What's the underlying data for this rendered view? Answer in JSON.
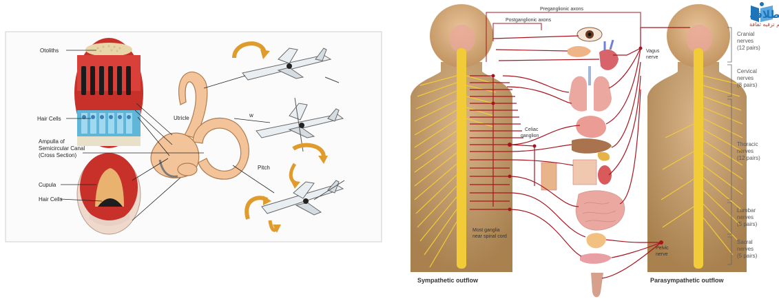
{
  "vestibular": {
    "labels": {
      "otoliths": "Otoliths",
      "hair_cells_top": "Hair Cells",
      "ampulla_line1": "Ampulla of",
      "ampulla_line2": "Semicircular Canal",
      "ampulla_line3": "(Cross Section)",
      "cupula": "Cupula",
      "hair_cells_bottom": "Hair Cells",
      "utricle": "Utricle",
      "yaw": "w",
      "pitch": "Pitch"
    },
    "colors": {
      "panel_bg": "#fbfbfb",
      "ear": "#f3c49a",
      "red_tissue": "#c8312a",
      "arrow": "#e09b2d"
    }
  },
  "ans": {
    "labels": {
      "preganglionic": "Preganglionic axons",
      "postganglionic": "Postganglionic axons",
      "vagus_line1": "Vagus",
      "vagus_line2": "nerve",
      "celiac_line1": "Celiac",
      "celiac_line2": "ganglion",
      "most_ganglia_line1": "Most ganglia",
      "most_ganglia_line2": "near spinal cord",
      "pelvic_line1": "Pelvic",
      "pelvic_line2": "nerve",
      "sympathetic": "Sympathetic outflow",
      "parasympathetic": "Parasympathetic outflow"
    },
    "nerve_groups": [
      {
        "name": "Cranial",
        "line2": "nerves",
        "line3": "(12 pairs)"
      },
      {
        "name": "Cervical",
        "line2": "nerves",
        "line3": "(8 pairs)"
      },
      {
        "name": "Thoracic",
        "line2": "nerves",
        "line3": "(12 pairs)"
      },
      {
        "name": "Lumbar",
        "line2": "nerves",
        "line3": "(5 pairs)"
      },
      {
        "name": "Sacral",
        "line2": "nerves",
        "line3": "(5 pairs)"
      }
    ],
    "colors": {
      "skin": "#c9a273",
      "cord": "#f2cc38",
      "nerve": "#a8141e",
      "organ": "#e9a49d"
    }
  },
  "logo": {
    "arabic_main": "انطلاقة",
    "arabic_sub": "تعليم ترفيه ثقافة",
    "icon": "book-person-icon"
  }
}
